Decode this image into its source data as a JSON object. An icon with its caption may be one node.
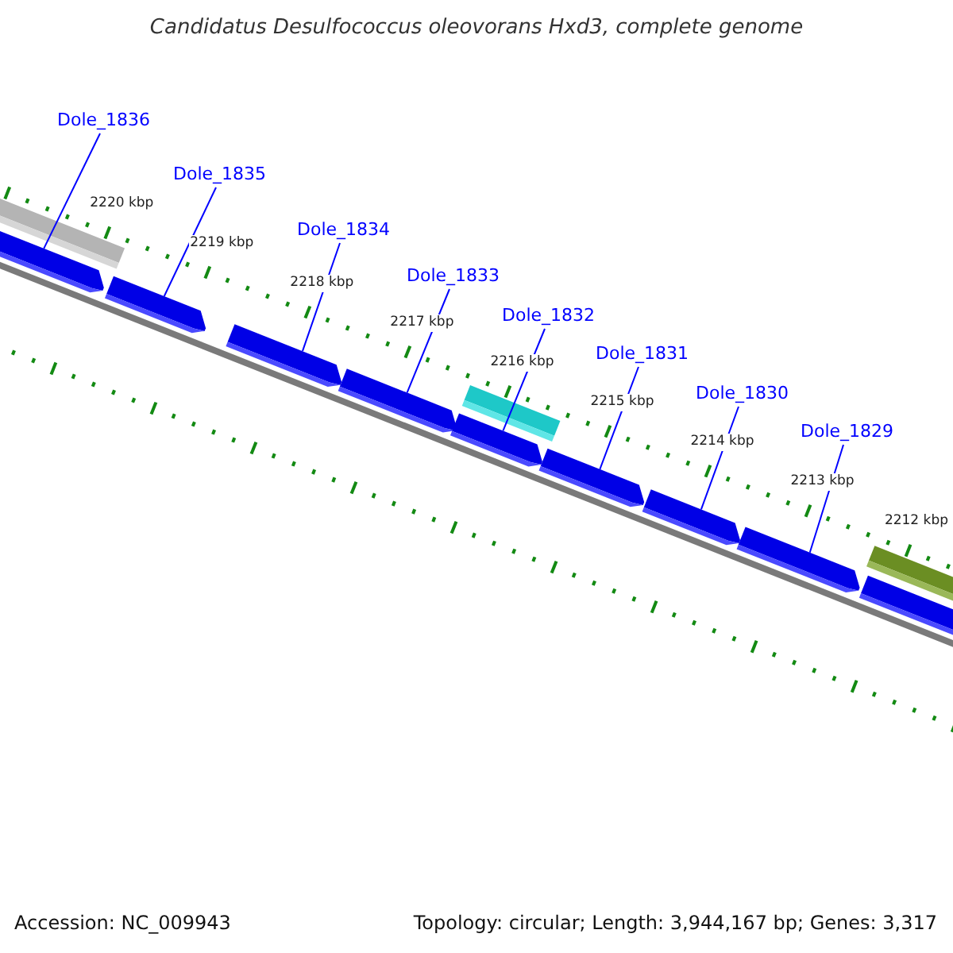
{
  "diagram": {
    "title": "Candidatus Desulfococcus oleovorans Hxd3, complete genome",
    "nodes": [
      {
        "text": [
          "Dole_1836"
        ]
      },
      {
        "text": [
          "Dole_1835"
        ]
      },
      {
        "text": [
          "Dole_1834"
        ]
      },
      {
        "text": [
          "Dole_1833"
        ]
      },
      {
        "text": [
          "Dole_1832"
        ]
      },
      {
        "text": [
          "Dole_1831"
        ]
      },
      {
        "text": [
          "Dole_1830"
        ]
      },
      {
        "text": [
          "Dole_1829"
        ]
      },
      {
        "text": [],
        "shape": "box"
      },
      {
        "text": [],
        "shape": "box"
      },
      {
        "text": [],
        "shape": "box"
      },
      {
        "text": [],
        "shape": "box"
      },
      {
        "text": [],
        "shape": "box"
      },
      {
        "text": [],
        "shape": "box"
      },
      {
        "text": [],
        "shape": "box"
      },
      {
        "text": [],
        "shape": "box"
      },
      {
        "text": [],
        "shape": "box"
      }
    ],
    "edges": [
      {
        "from": 0,
        "to": 8,
        "arrow": "none"
      },
      {
        "from": 1,
        "to": 9,
        "arrow": "none"
      },
      {
        "from": 2,
        "to": 10,
        "arrow": "none"
      },
      {
        "from": 3,
        "to": 11,
        "arrow": "none"
      },
      {
        "from": 4,
        "to": 12,
        "arrow": "none"
      },
      {
        "from": 5,
        "to": 13,
        "arrow": "none"
      },
      {
        "from": 6,
        "to": 14,
        "arrow": "none"
      },
      {
        "from": 7,
        "to": 15,
        "arrow": "none"
      }
    ],
    "labels": [
      "2220 kbp",
      "2219 kbp",
      "2218 kbp",
      "2217 kbp",
      "2216 kbp",
      "2215 kbp",
      "2214 kbp",
      "2213 kbp",
      "2212 kbp",
      "Accession: NC_009943",
      "Topology: circular; Length: 3,944,167 bp; Genes: 3,317"
    ]
  }
}
